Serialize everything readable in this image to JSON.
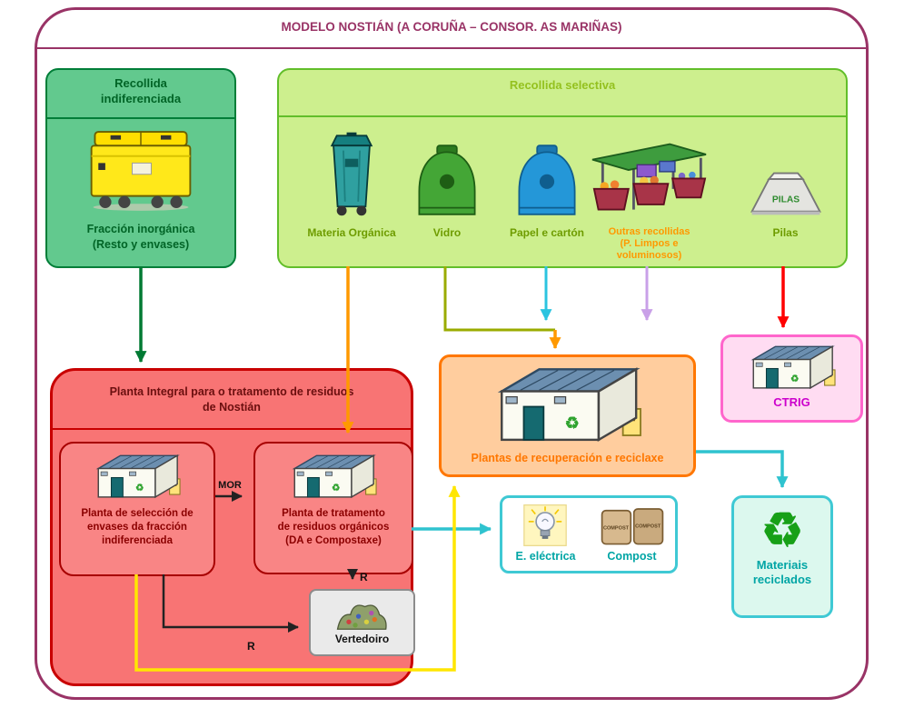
{
  "title": "MODELO NOSTIÁN (A CORUÑA – CONSOR. AS MARIÑAS)",
  "recollida_indiferenciada": {
    "title": "Recollida\nindiferenciada",
    "label": "Fracción inorgánica\n(Resto y envases)"
  },
  "recollida_selectiva": {
    "title": "Recollida selectiva",
    "items": [
      {
        "label": "Materia Orgánica"
      },
      {
        "label": "Vidro"
      },
      {
        "label": "Papel e cartón"
      },
      {
        "label": "Outras recollidas\n(P. Limpos e\nvoluminosos)"
      },
      {
        "label": "Pilas",
        "container_text": "PILAS"
      }
    ]
  },
  "planta_integral": {
    "title": "Planta Integral para o tratamento de residuos\nde Nostián",
    "seleccion_label": "Planta de selección de\nenvases da fracción\nindiferenciada",
    "tratamento_label": "Planta de tratamento\nde residuos orgánicos\n(DA e Compostaxe)",
    "vertedoiro_label": "Vertedoiro",
    "mor_label": "MOR",
    "r_label_1": "R",
    "r_label_2": "R"
  },
  "recuperacion_label": "Plantas de recuperación e reciclaxe",
  "ctrig_label": "CTRIG",
  "outputs": {
    "electrica_label": "E. eléctrica",
    "compost_label": "Compost",
    "compost_bag_text": "COMPOST"
  },
  "materiais_label": "Materiais\nreciclados",
  "icons": {
    "recycle_glyph": "♻"
  },
  "colors": {
    "frame": "#993366",
    "indiferenciada_bg": "#62C98E",
    "selectiva_bg": "#CDEF8E",
    "planta_bg": "#F87474",
    "recuperacion_bg": "#FFCD9E",
    "ctrig_bg": "#FFDCF2",
    "materiais_bg": "#DCF8EE",
    "arrow_green": "#007A33",
    "arrow_orange": "#FF9900",
    "arrow_olive": "#9AAB00",
    "arrow_cyan": "#2BC4E0",
    "arrow_purple": "#C9A0E8",
    "arrow_red": "#FF0000",
    "arrow_yellow": "#FFE600",
    "arrow_teal": "#2FC3CF"
  }
}
